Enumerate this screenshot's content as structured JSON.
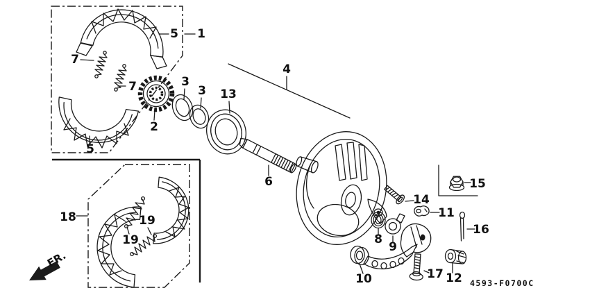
{
  "diagram": {
    "doc_code": "4593-F0700C",
    "direction_label": "FR.",
    "colors": {
      "ink": "#1b1b1b",
      "paper": "#ffffff"
    },
    "callouts": [
      {
        "ref": "1"
      },
      {
        "ref": "5"
      },
      {
        "ref": "7"
      },
      {
        "ref": "7"
      },
      {
        "ref": "5"
      },
      {
        "ref": "2"
      },
      {
        "ref": "3"
      },
      {
        "ref": "3"
      },
      {
        "ref": "13"
      },
      {
        "ref": "4"
      },
      {
        "ref": "6"
      },
      {
        "ref": "14"
      },
      {
        "ref": "15"
      },
      {
        "ref": "11"
      },
      {
        "ref": "16"
      },
      {
        "ref": "8"
      },
      {
        "ref": "9"
      },
      {
        "ref": "10"
      },
      {
        "ref": "17"
      },
      {
        "ref": "12"
      },
      {
        "ref": "18"
      },
      {
        "ref": "19"
      },
      {
        "ref": "19"
      }
    ]
  }
}
